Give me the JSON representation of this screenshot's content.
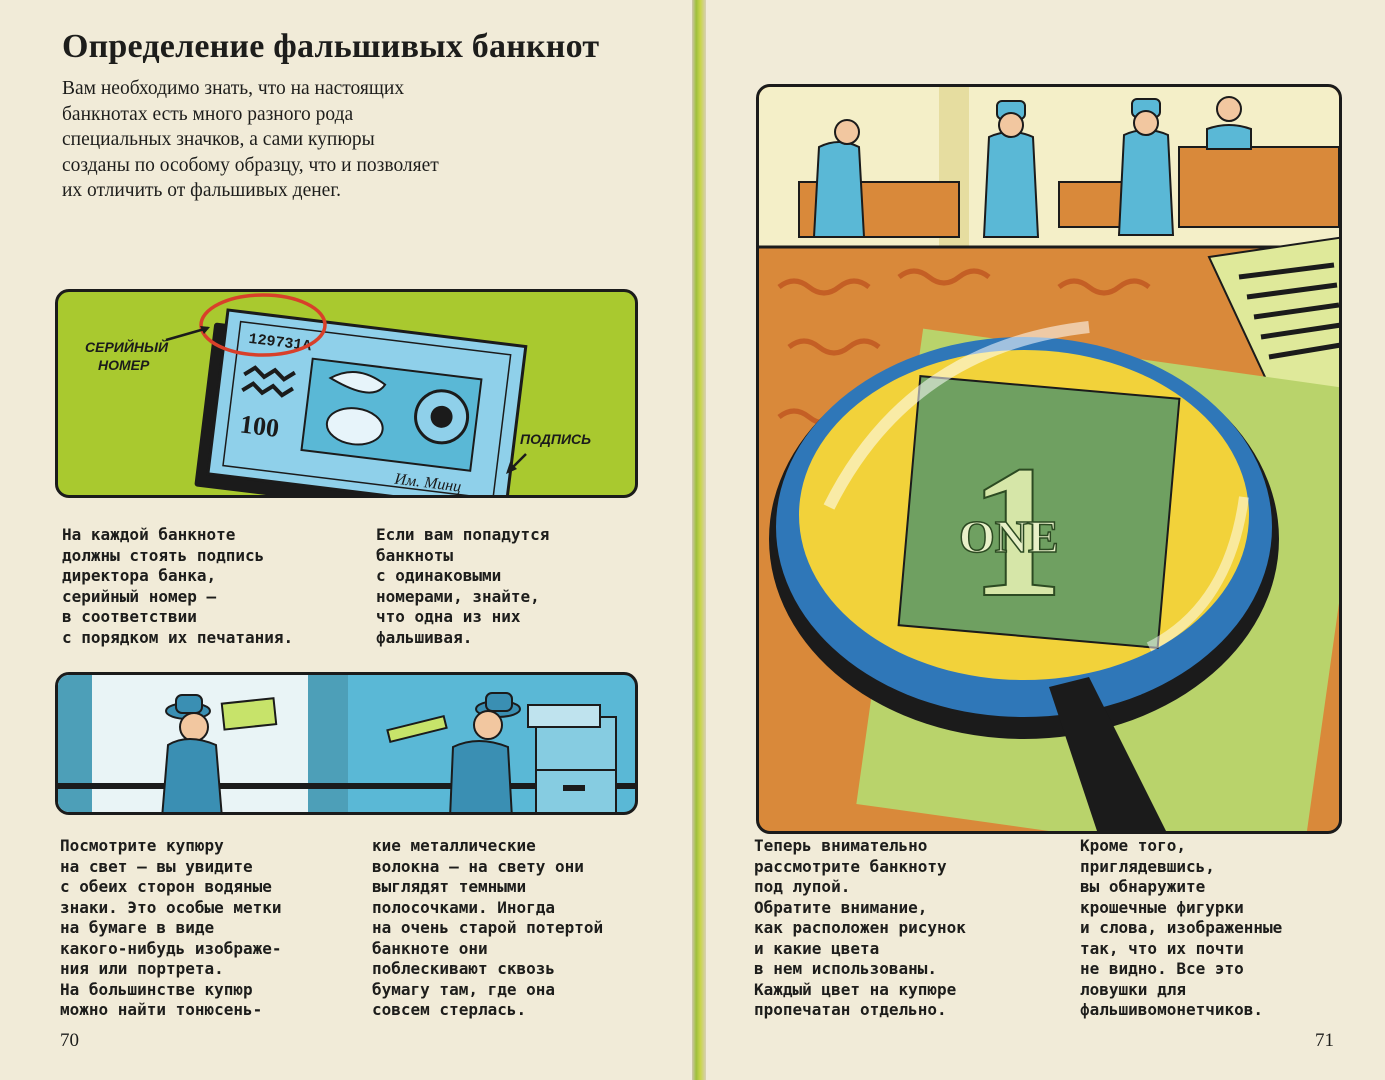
{
  "left_page": {
    "title": "Определение фальшивых банкнот",
    "intro": "Вам необходимо знать, что на настоящих\nбанкнотах есть много разного рода\nспециальных значков,  а сами купюры\nсозданы по особому образцу, что и позволяет\nих отличить от фальшивых денег.",
    "banknote_illustration": {
      "serial_number": "129731A",
      "serial_label_line1": "СЕРИЙНЫЙ",
      "serial_label_line2": "НОМЕР",
      "denomination": "100",
      "signature_label": "ПОДПИСЬ",
      "signature_text": "Им. Минц"
    },
    "text_col1": "На каждой банкноте\nдолжны стоять подпись\nдиректора банка,\nсерийный номер —\nв соответствии\nс порядком их печатания.",
    "text_col2": "Если вам попадутся\nбанкноты\nс одинаковыми\nномерами, знайте,\nчто одна из них\nфальшивая.",
    "text_col3": "Посмотрите купюру\nна свет — вы увидите\nс обеих сторон водяные\nзнаки. Это особые метки\nна бумаге в виде\nкакого-нибудь изображе-\nния или портрета.\nНа большинстве купюр\nможно найти тонюсень-",
    "text_col4": "кие металлические\nволокна — на свету они\nвыглядят темными\nполосочками. Иногда\nна очень старой потертой\nбанкноте они\nпоблескивают сквозь\nбумагу там, где она\nсовсем стерлась.",
    "page_number": "70"
  },
  "right_page": {
    "magnified_bill_word": "ONE",
    "magnified_bill_digit": "1",
    "text_col1": "Теперь внимательно\nрассмотрите банкноту\nпод лупой.\nОбратите внимание,\nкак расположен рисунок\nи какие цвета\nв нем использованы.\nКаждый цвет на купюре\nпропечатан отдельно.",
    "text_col2": "Кроме того,\nприглядевшись,\nвы обнаружите\nкрошечные фигурки\nи слова, изображенные\nтак, что их почти\nне видно. Все это\nловушки для\nфальшивомонетчиков.",
    "page_number": "71"
  },
  "colors": {
    "paper": "#f1ebd8",
    "panel_green": "#a9c92f",
    "panel_blue": "#5ab8d6",
    "bill_blue": "#8fd0ea",
    "desk_orange": "#d9893a",
    "lens_yellow": "#f2d23a",
    "bill_green": "#6fa061"
  }
}
